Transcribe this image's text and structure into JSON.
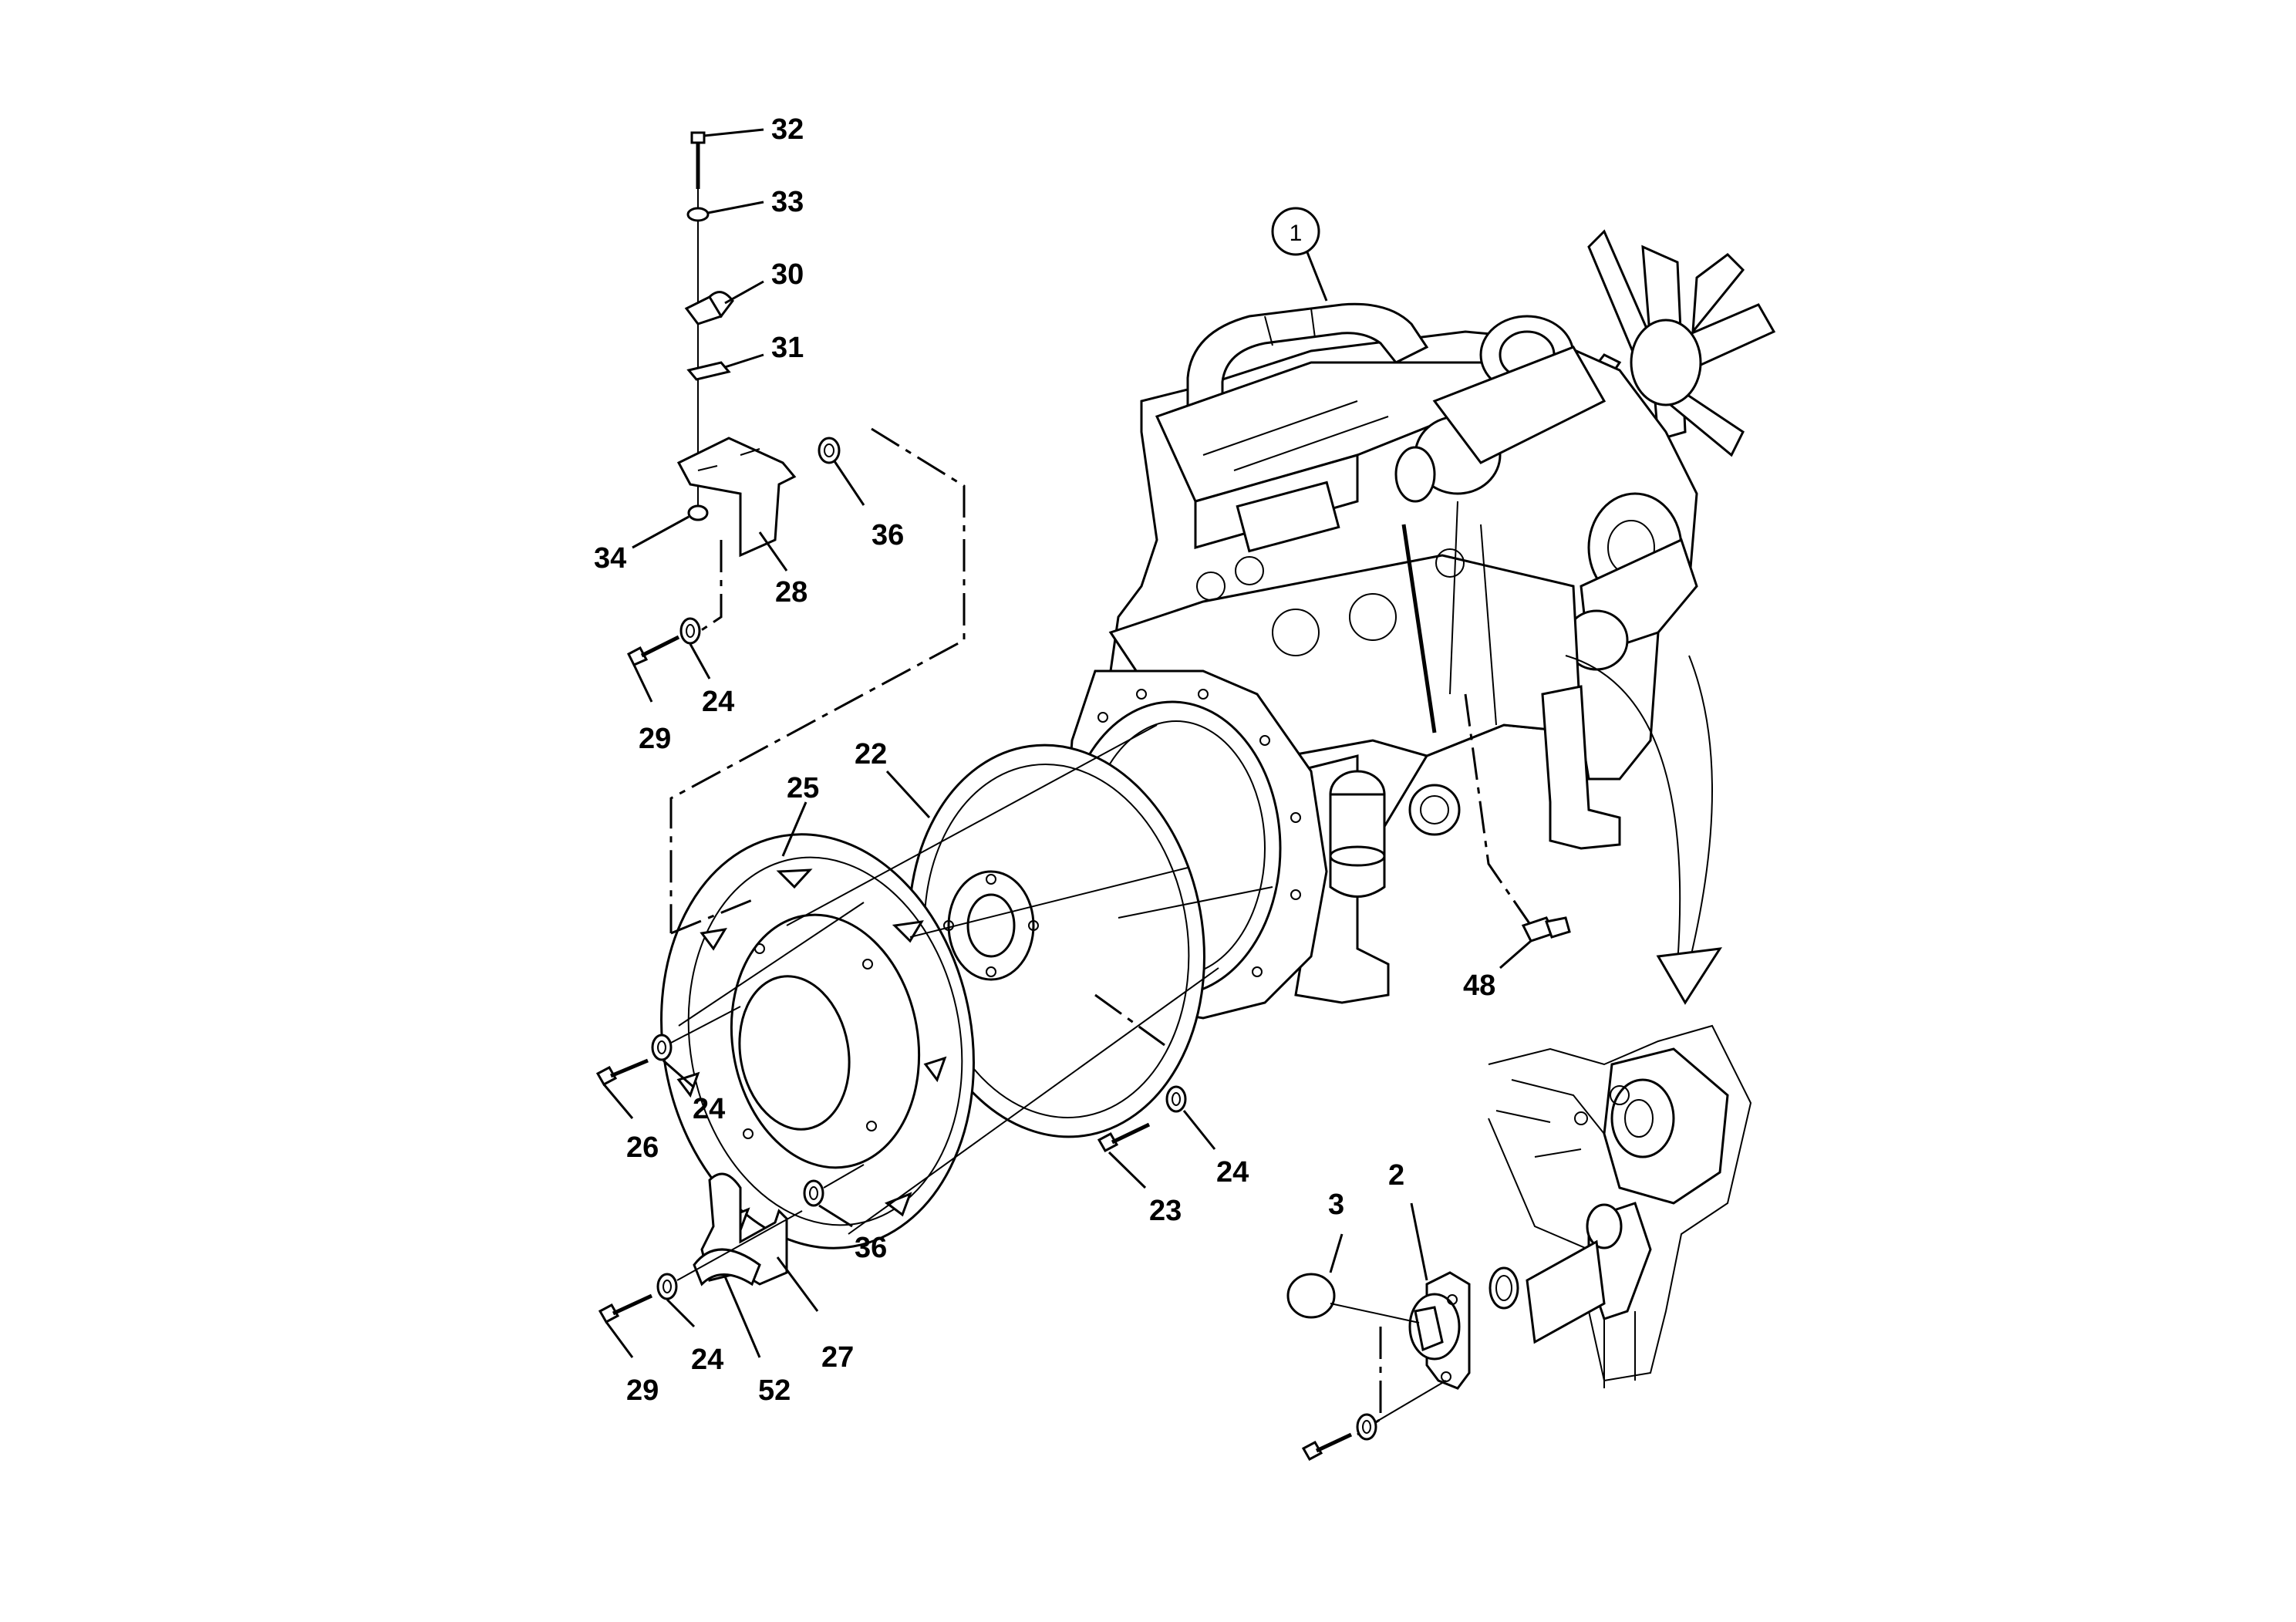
{
  "callouts": {
    "c1": "1",
    "c2": "2",
    "c3": "3",
    "c22": "22",
    "c23": "23",
    "c24a": "24",
    "c24b": "24",
    "c24c": "24",
    "c24d": "24",
    "c25": "25",
    "c26": "26",
    "c27": "27",
    "c28": "28",
    "c29a": "29",
    "c29b": "29",
    "c30": "30",
    "c31": "31",
    "c32": "32",
    "c33": "33",
    "c34": "34",
    "c36a": "36",
    "c36b": "36",
    "c48": "48",
    "c52": "52"
  }
}
